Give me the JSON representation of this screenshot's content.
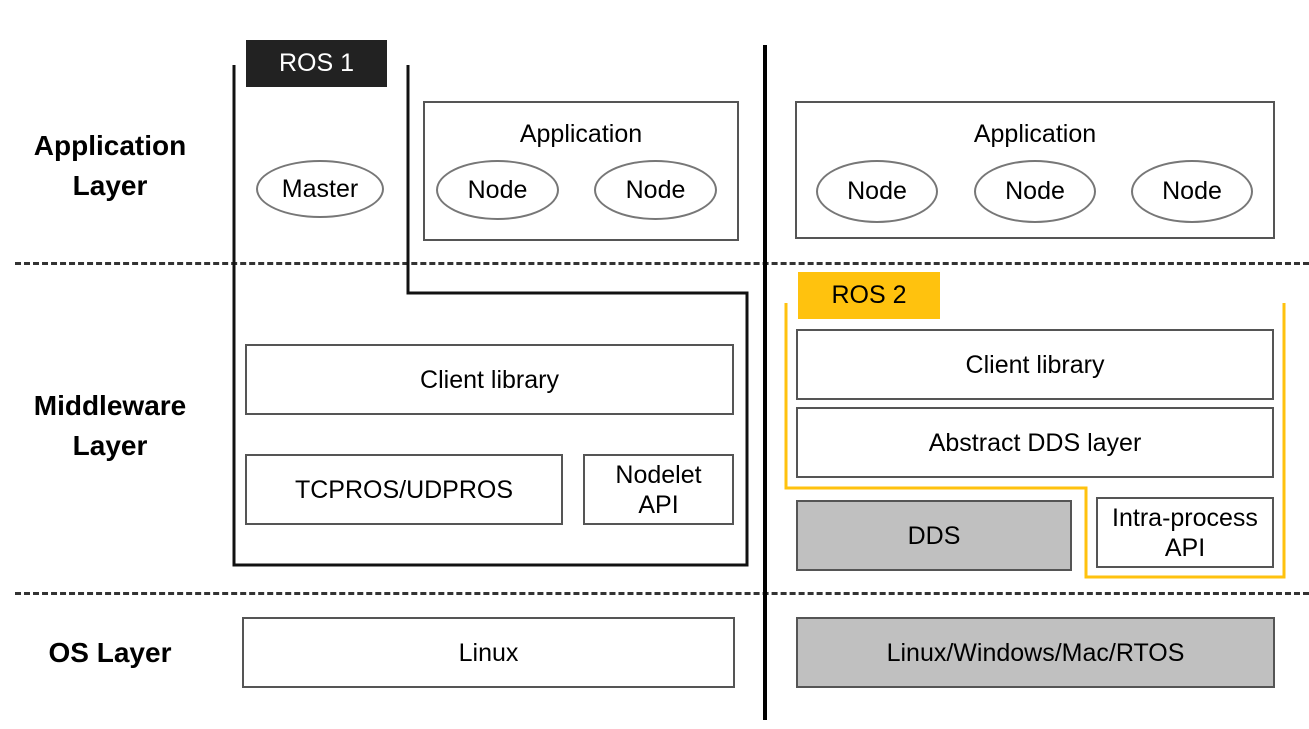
{
  "layers": {
    "application": "Application\nLayer",
    "application_line1": "Application",
    "application_line2": "Layer",
    "middleware_line1": "Middleware",
    "middleware_line2": "Layer",
    "os": "OS Layer"
  },
  "ros1": {
    "tag": "ROS 1",
    "tag_color": "#222222",
    "master": "Master",
    "application": {
      "title": "Application",
      "nodes": [
        "Node",
        "Node"
      ]
    },
    "client_library": "Client library",
    "transport": "TCPROS/UDPROS",
    "nodelet_line1": "Nodelet",
    "nodelet_line2": "API",
    "os": "Linux"
  },
  "ros2": {
    "tag": "ROS 2",
    "tag_color": "#FFC20E",
    "application": {
      "title": "Application",
      "nodes": [
        "Node",
        "Node",
        "Node"
      ]
    },
    "client_library": "Client library",
    "abstract_dds": "Abstract DDS layer",
    "dds": "DDS",
    "intra_line1": "Intra-process",
    "intra_line2": "API",
    "os": "Linux/Windows/Mac/RTOS"
  }
}
